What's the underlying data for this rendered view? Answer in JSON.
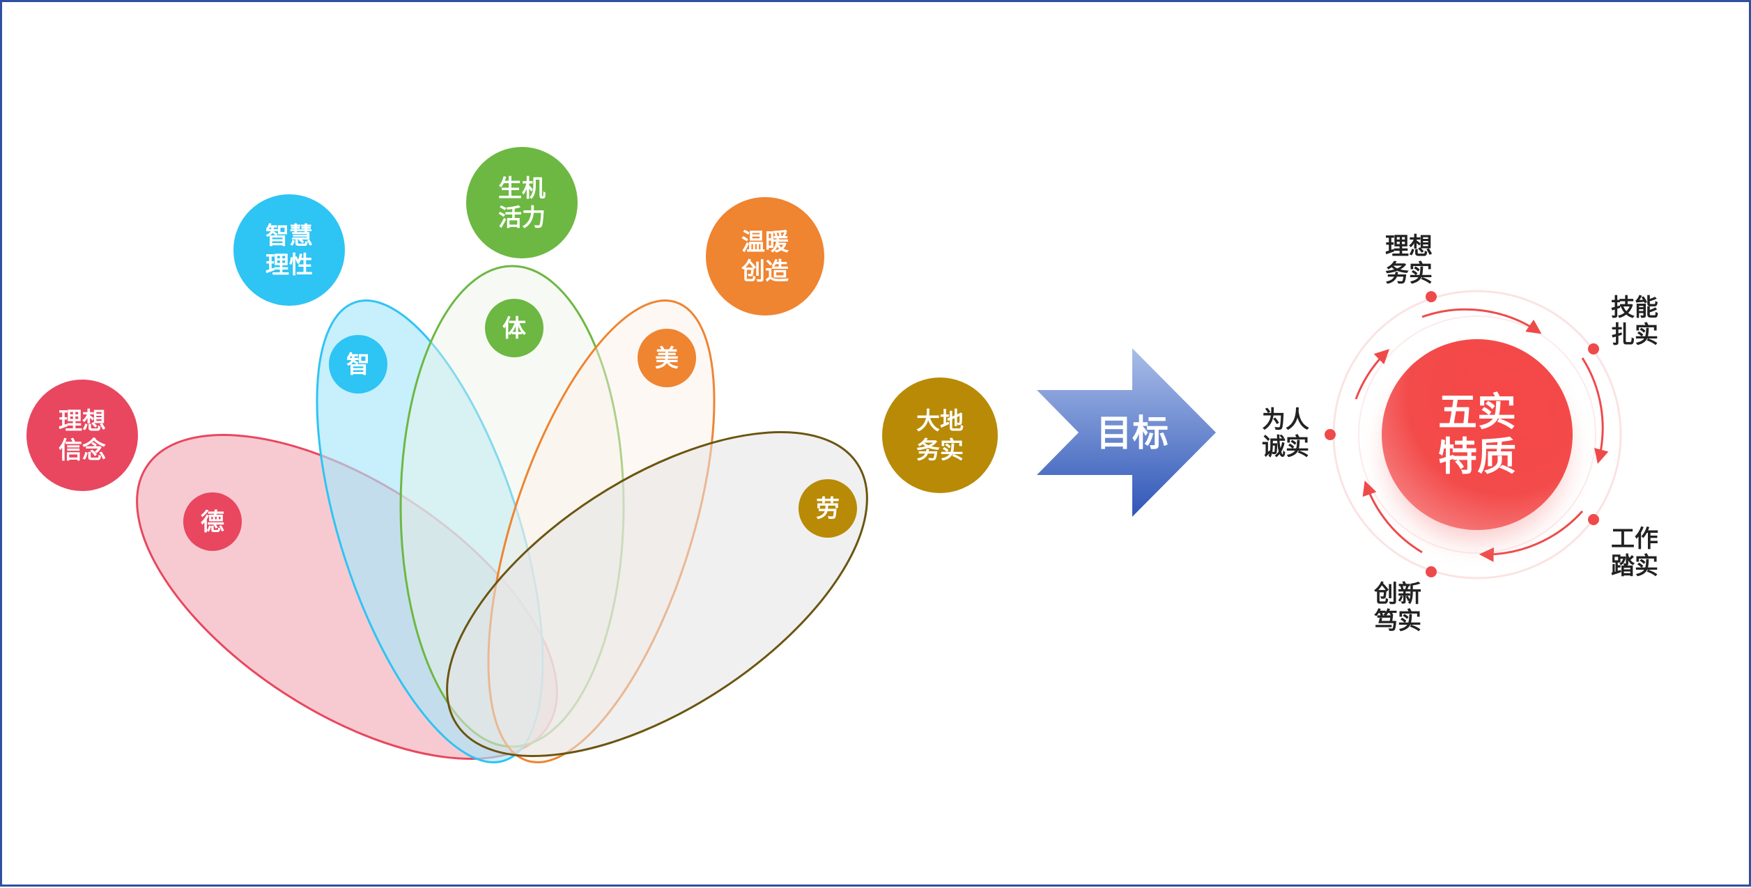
{
  "petals": [
    {
      "inner": "德",
      "outer": [
        "理想",
        "信念"
      ],
      "color": "#e8475f",
      "fill": "#f4b8c1",
      "fill_opacity": 0.75
    },
    {
      "inner": "智",
      "outer": [
        "智慧",
        "理性"
      ],
      "color": "#2ec4f3",
      "fill": "#a9e6fb",
      "fill_opacity": 0.65
    },
    {
      "inner": "体",
      "outer": [
        "生机",
        "活力"
      ],
      "color": "#6cb842",
      "fill": "#eef5e6",
      "fill_opacity": 0.45
    },
    {
      "inner": "美",
      "outer": [
        "温暖",
        "创造"
      ],
      "color": "#ef8431",
      "fill": "#fdf0e6",
      "fill_opacity": 0.45
    },
    {
      "inner": "劳",
      "outer": [
        "大地",
        "务实"
      ],
      "color": "#b88a06",
      "stroke": "#6b5510",
      "fill": "#e3e3e3",
      "fill_opacity": 0.55
    }
  ],
  "arrow": {
    "label": "目标",
    "color_top": "#a9bde8",
    "color_bottom": "#3057b8"
  },
  "center": {
    "lines": [
      "五实",
      "特质"
    ],
    "color": "#f25050"
  },
  "ring_labels": [
    {
      "lines": [
        "理想",
        "务实"
      ]
    },
    {
      "lines": [
        "技能",
        "扎实"
      ]
    },
    {
      "lines": [
        "工作",
        "踏实"
      ]
    },
    {
      "lines": [
        "创新",
        "笃实"
      ]
    },
    {
      "lines": [
        "为人",
        "诚实"
      ]
    }
  ],
  "colors": {
    "border": "#2f4fa0",
    "ring": "#f28d8d",
    "dot": "#ee4a4a",
    "text_dark": "#222222",
    "white": "#ffffff"
  }
}
